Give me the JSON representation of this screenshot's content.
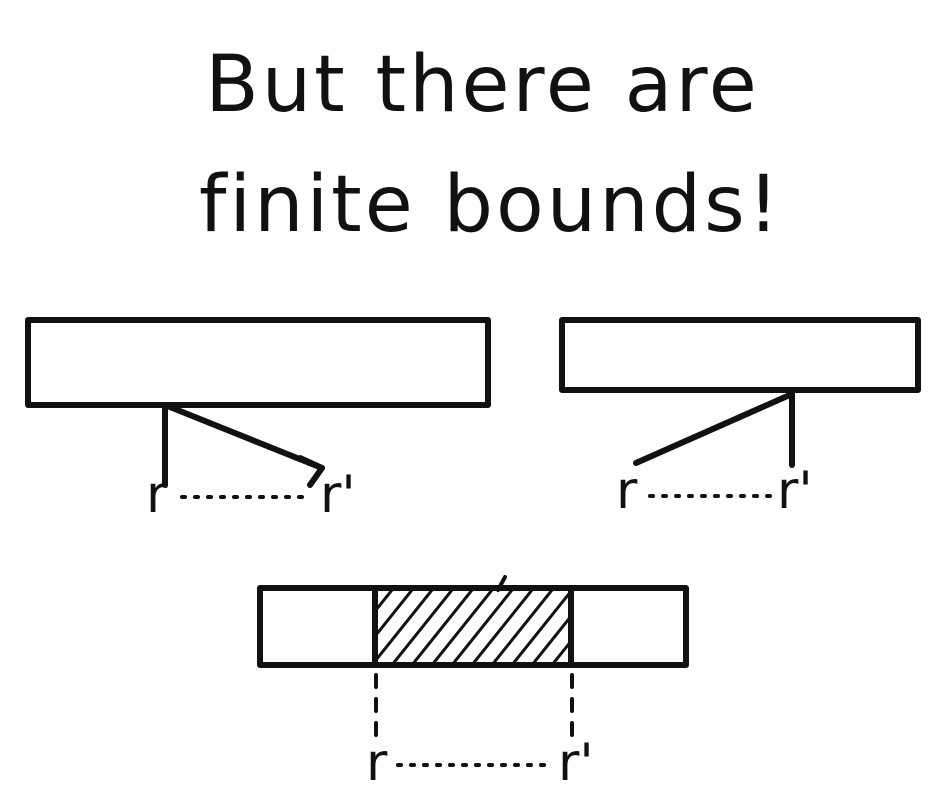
{
  "title": {
    "line1": "But there are",
    "line2": "finite bounds!"
  },
  "diagram": {
    "left_panel": {
      "label_start": "r",
      "label_end": "r'"
    },
    "right_panel": {
      "label_start": "r",
      "label_end": "r'"
    },
    "bottom_panel": {
      "label_start": "r",
      "label_end": "r'"
    }
  },
  "colors": {
    "ink": "#111111",
    "background": "#ffffff"
  }
}
